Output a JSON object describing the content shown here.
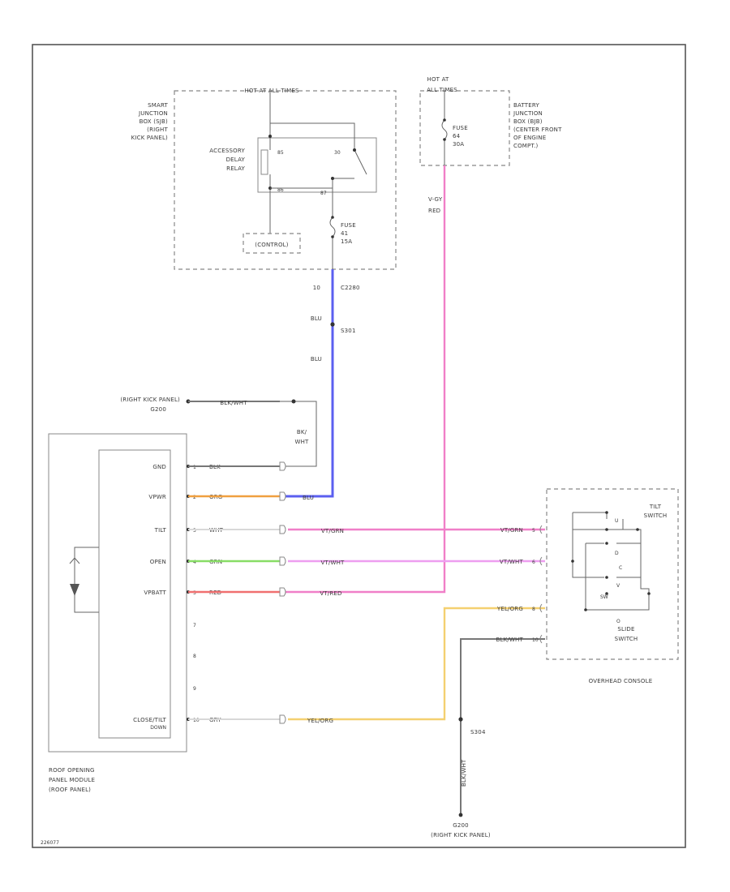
{
  "relay_block": {
    "hot_label": "HOT AT ALL TIMES",
    "location": [
      "SMART",
      "JUNCTION",
      "BOX (SJB)",
      "(RIGHT",
      "KICK PANEL)"
    ],
    "relay_name": [
      "ACCESSORY",
      "DELAY",
      "RELAY"
    ],
    "pin_85": "85",
    "pin_86": "86",
    "pin_30": "30",
    "pin_87": "87",
    "control": "(CONTROL)",
    "fuse": [
      "FUSE",
      "41",
      "15A"
    ]
  },
  "battery_block": {
    "hot_label": [
      "HOT AT",
      "ALL TIMES"
    ],
    "fuse": [
      "FUSE",
      "64",
      "30A"
    ],
    "location": [
      "BATTERY",
      "JUNCTION",
      "BOX (BJB)",
      "(CENTER FRONT",
      "OF ENGINE",
      "COMPT.)"
    ]
  },
  "wires": {
    "vt_red": [
      "V-GY",
      "RED"
    ],
    "c2280": "C2280",
    "c2280_pin": "10",
    "blu1": "BLU",
    "s301": "S301",
    "blu2": "BLU",
    "bk_wht": [
      "BK/",
      "WHT"
    ],
    "ground_top_loc": [
      "(RIGHT KICK PANEL)",
      "G200"
    ],
    "ground_top_wire": "BLK/WHT"
  },
  "module": {
    "name": [
      "ROOF OPENING",
      "PANEL MODULE",
      "(ROOF PANEL)"
    ],
    "pins": [
      {
        "label": "GND",
        "num": "1",
        "wire": "BLK"
      },
      {
        "label": "VPWR",
        "num": "2",
        "wire": "ORG"
      },
      {
        "label": "TILT",
        "num": "3",
        "wire": "WHT"
      },
      {
        "label": "OPEN",
        "num": "4",
        "wire": "GRN"
      },
      {
        "label": "VPBATT",
        "num": "5",
        "wire": "RED"
      },
      {
        "label": "",
        "num": "7",
        "wire": ""
      },
      {
        "label": "",
        "num": "8",
        "wire": ""
      },
      {
        "label": "",
        "num": "9",
        "wire": ""
      },
      {
        "label": "CLOSE/TILT",
        "sub": "DOWN",
        "num": "10",
        "wire": "GRY"
      }
    ],
    "motor_icon": "motor-icon"
  },
  "harness": {
    "blu": "BLU",
    "vt_gry": "VT/GRN",
    "vt_wht": "VT/WHT",
    "vt_red": "VT/RED",
    "yel_org": "YEL/ORG"
  },
  "console": {
    "name": "OVERHEAD CONSOLE",
    "tilt_switch": [
      "TILT",
      "SWITCH"
    ],
    "slide_switch": [
      "SLIDE",
      "SWITCH"
    ],
    "inputs": [
      {
        "wire": "VT/GRN",
        "pin": "5"
      },
      {
        "wire": "VT/WHT",
        "pin": "6"
      },
      {
        "wire": "YEL/ORG",
        "pin": "8"
      },
      {
        "wire": "BLK/WHT",
        "pin": "10"
      }
    ],
    "sw_labels": [
      "U",
      "D",
      "V",
      "O",
      "SW",
      "C"
    ]
  },
  "ground_bottom": {
    "splice": "S304",
    "wire": "BLK/WHT",
    "loc": [
      "G200",
      "(RIGHT KICK PANEL)"
    ]
  },
  "footer_code": "226077"
}
